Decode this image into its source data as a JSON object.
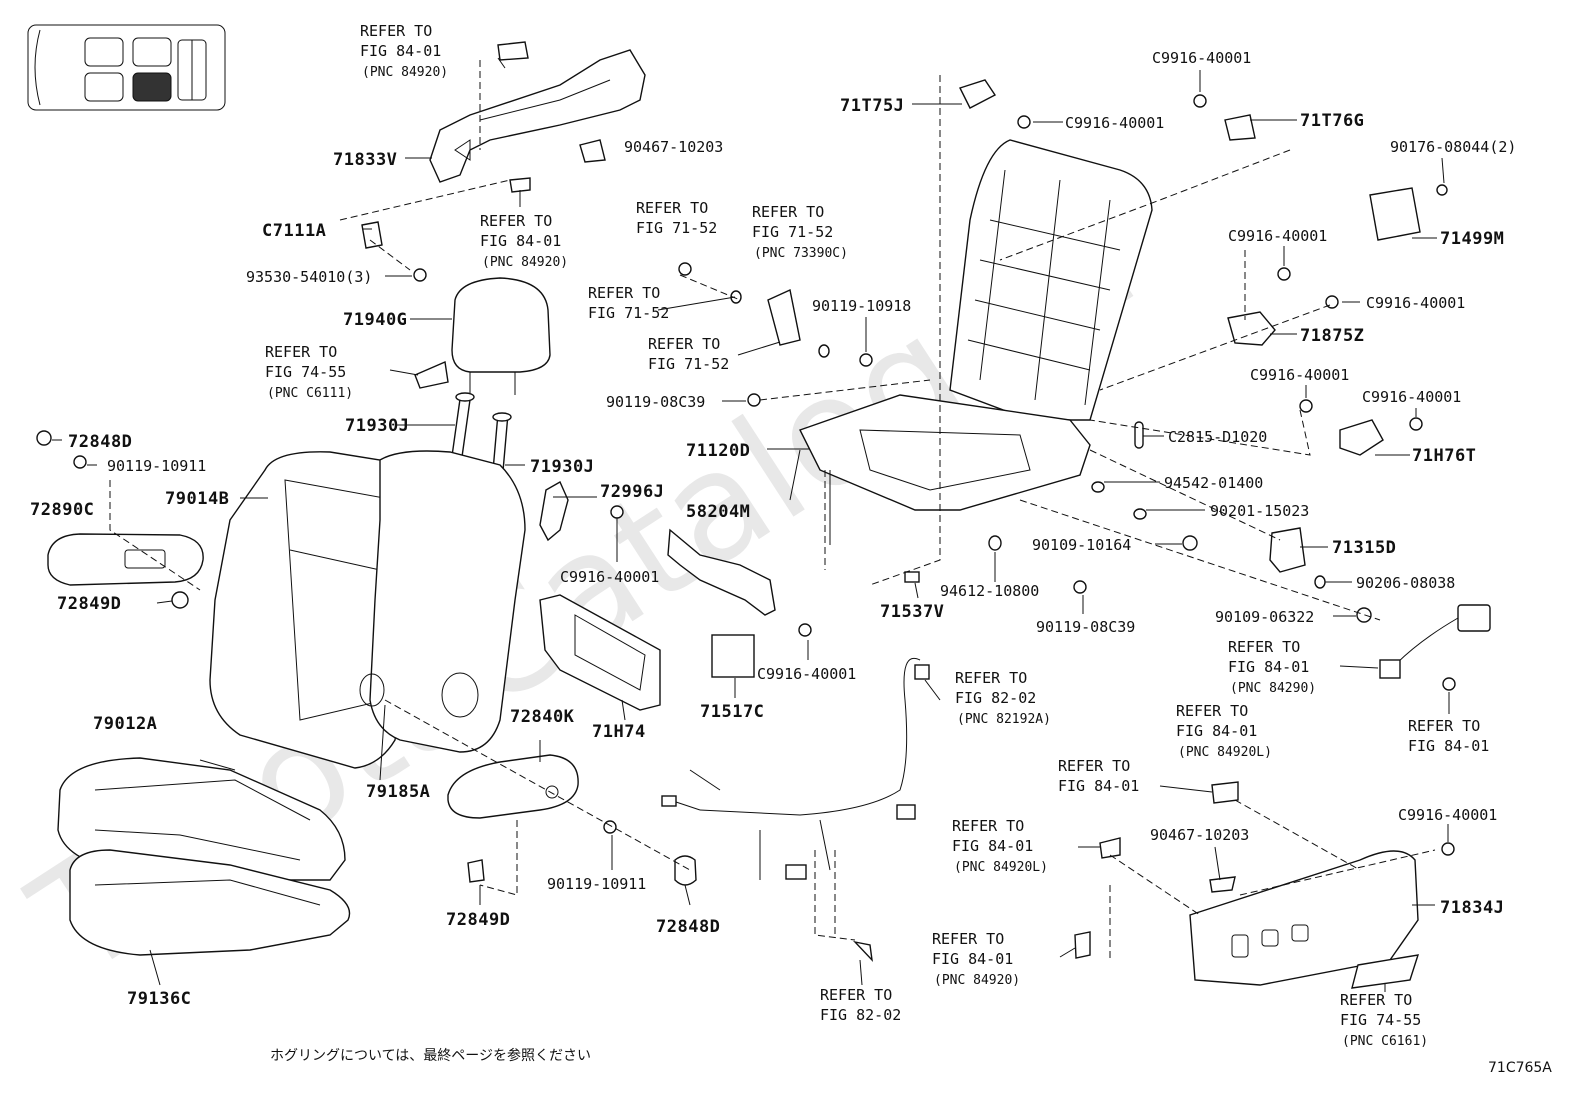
{
  "figure_code": "71C765A",
  "footer_note": "ホグリングについては、最終ページを参照ください",
  "watermark": "ToyotaCatalog.ru",
  "parts": {
    "p71833V": "71833V",
    "p90467a": "90467-10203",
    "pC7111A": "C7111A",
    "p93530": "93530-54010(3)",
    "p71940G": "71940G",
    "p71930Ja": "71930J",
    "p71930Jb": "71930J",
    "p72848Da": "72848D",
    "p90119_10911a": "90119-10911",
    "p79014B": "79014B",
    "p72890C": "72890C",
    "p72849Da": "72849D",
    "p72996J": "72996J",
    "p58204M": "58204M",
    "pC9916_a": "C9916-40001",
    "pC9916_b": "C9916-40001",
    "p71517C": "71517C",
    "p71H74": "71H74",
    "p72840K": "72840K",
    "p79012A": "79012A",
    "p79185A": "79185A",
    "p79136C": "79136C",
    "p72849Db": "72849D",
    "p90119_10911b": "90119-10911",
    "p72848Db": "72848D",
    "p71T75J": "71T75J",
    "pC9916_c": "C9916-40001",
    "pC9916_d": "C9916-40001",
    "p71T76G": "71T76G",
    "p90176": "90176-08044(2)",
    "p71499M": "71499M",
    "pC9916_e": "C9916-40001",
    "pC9916_f": "C9916-40001",
    "p71875Z": "71875Z",
    "pC9916_g": "C9916-40001",
    "pC9916_h": "C9916-40001",
    "p71H76T": "71H76T",
    "p90119_10918": "90119-10918",
    "p90119_08C39a": "90119-08C39",
    "p71120D": "71120D",
    "pC2815": "C2815-D1020",
    "p94542": "94542-01400",
    "p90201": "90201-15023",
    "p90109_10164": "90109-10164",
    "p71315D": "71315D",
    "p94612": "94612-10800",
    "p90119_08C39b": "90119-08C39",
    "p71537V": "71537V",
    "p90206": "90206-08038",
    "p90109_06322": "90109-06322",
    "pC9916_i": "C9916-40001",
    "p90467b": "90467-10203",
    "p71834J": "71834J"
  },
  "refs": {
    "r1": {
      "l1": "REFER TO",
      "l2": "FIG 84-01",
      "l3": "(PNC 84920)"
    },
    "r2": {
      "l1": "REFER TO",
      "l2": "FIG 84-01",
      "l3": "(PNC 84920)"
    },
    "r3": {
      "l1": "REFER TO",
      "l2": "FIG 74-55",
      "l3": "(PNC C6111)"
    },
    "r4": {
      "l1": "REFER TO",
      "l2": "FIG 71-52"
    },
    "r5": {
      "l1": "REFER TO",
      "l2": "FIG 71-52",
      "l3": "(PNC 73390C)"
    },
    "r6": {
      "l1": "REFER TO",
      "l2": "FIG 71-52"
    },
    "r7": {
      "l1": "REFER TO",
      "l2": "FIG 71-52"
    },
    "r8": {
      "l1": "REFER TO",
      "l2": "FIG 82-02",
      "l3": "(PNC 82192A)"
    },
    "r9": {
      "l1": "REFER TO",
      "l2": "FIG 82-02"
    },
    "r10": {
      "l1": "REFER TO",
      "l2": "FIG 84-01",
      "l3": "(PNC 84290)"
    },
    "r11": {
      "l1": "REFER TO",
      "l2": "FIG 84-01"
    },
    "r12": {
      "l1": "REFER TO",
      "l2": "FIG 84-01",
      "l3": "(PNC 84920L)"
    },
    "r13": {
      "l1": "REFER TO",
      "l2": "FIG 84-01"
    },
    "r14": {
      "l1": "REFER TO",
      "l2": "FIG 84-01",
      "l3": "(PNC 84920L)"
    },
    "r15": {
      "l1": "REFER TO",
      "l2": "FIG 84-01",
      "l3": "(PNC 84920)"
    },
    "r16": {
      "l1": "REFER TO",
      "l2": "FIG 74-55",
      "l3": "(PNC C6161)"
    }
  }
}
